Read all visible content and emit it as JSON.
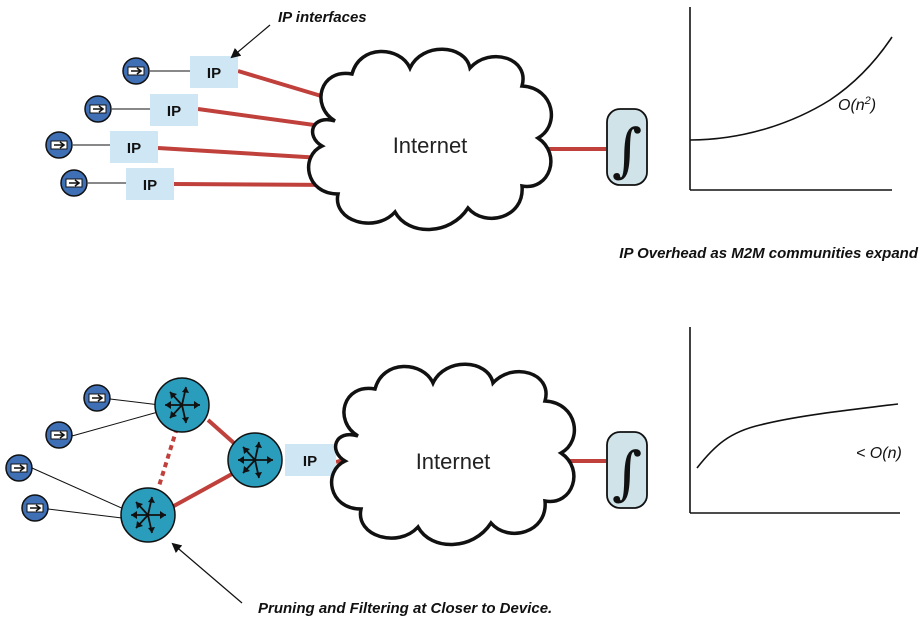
{
  "top": {
    "callout": "IP interfaces",
    "ip_boxes": [
      "IP",
      "IP",
      "IP",
      "IP"
    ],
    "cloud_label": "Internet",
    "integral_symbol": "∫",
    "curve_label_base": "O(n",
    "curve_label_exp": "2",
    "curve_label_end": ")",
    "caption": "IP Overhead as M2M communities expand"
  },
  "bottom": {
    "ip_box": "IP",
    "cloud_label": "Internet",
    "integral_symbol": "∫",
    "curve_label": "< O(n)",
    "caption": "Pruning and Filtering at Closer to Device."
  },
  "colors": {
    "link_red": "#c0403c",
    "ip_box_fill": "#cfe7f5",
    "device_fill": "#3f6fb5",
    "router_fill": "#2a9cbc",
    "integrator_fill": "#cfe3e8"
  },
  "icons": [
    "device-icon",
    "router-icon",
    "cloud-icon",
    "integral-icon"
  ]
}
